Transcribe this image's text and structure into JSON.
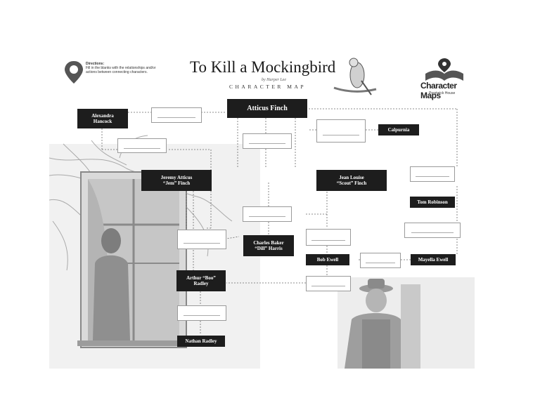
{
  "header": {
    "title": "To Kill a Mockingbird",
    "byline": "by Harper Lee",
    "subtitle": "CHARACTER MAP"
  },
  "directions": {
    "heading": "Directions:",
    "text": "Fill in the blanks with the relationships and/or actions between connecting characters."
  },
  "logo": {
    "name": "Character Maps",
    "publisher": "Prestwick House",
    "icon": "open-book-pin-icon"
  },
  "characters": {
    "atticus": "Atticus Finch",
    "alexandra": "Alexandra\nHancock",
    "calpurnia": "Calpurnia",
    "jem": "Jeremy Atticus\n“Jem” Finch",
    "scout": "Jean Louise\n“Scout” Finch",
    "tom": "Tom Robinson",
    "dill": "Charles Baker\n“Dill” Harris",
    "bob": "Bob Ewell",
    "mayella": "Mayella Ewell",
    "boo": "Arthur “Boo”\nRadley",
    "nathan": "Nathan Radley"
  },
  "colors": {
    "box_fill": "#1d1d1d",
    "box_text": "#ffffff",
    "line": "#6a6a6a"
  }
}
